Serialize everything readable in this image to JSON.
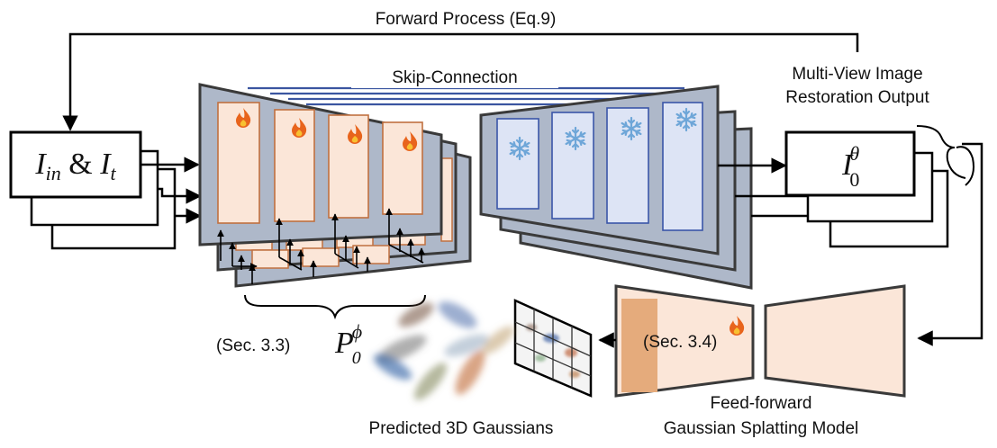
{
  "labels": {
    "forward_process": "Forward Process (Eq.9)",
    "skip_connection": "Skip-Connection",
    "output_line1": "Multi-View Image",
    "output_line2": "Restoration Output",
    "sec33": "(Sec. 3.3)",
    "sec34": "(Sec. 3.4)",
    "predicted_gaussians": "Predicted 3D Gaussians",
    "ff_line1": "Feed-forward",
    "ff_line2": "Gaussian Splatting Model"
  },
  "math": {
    "input_I1": "I",
    "input_sub1": "in",
    "input_amp": " & ",
    "input_I2": "I",
    "input_sub2": "t",
    "output_I": "I",
    "output_sub": "0",
    "output_sup": "θ",
    "prompt_P": "P",
    "prompt_sub": "0",
    "prompt_sup": "ϕ"
  },
  "icons": {
    "trainable": "flame-icon",
    "frozen": "snowflake-icon"
  },
  "colors": {
    "panel_fill": "#aeb8c9",
    "panel_stroke": "#3a3a3a",
    "peach": "#fbe6d8",
    "peach_stroke": "#c07040",
    "ice": "#dde4f5",
    "ice_stroke": "#3a55a8",
    "skip_line": "#3a55a0",
    "flame": "#e8641c",
    "snow": "#6ea6d8"
  }
}
